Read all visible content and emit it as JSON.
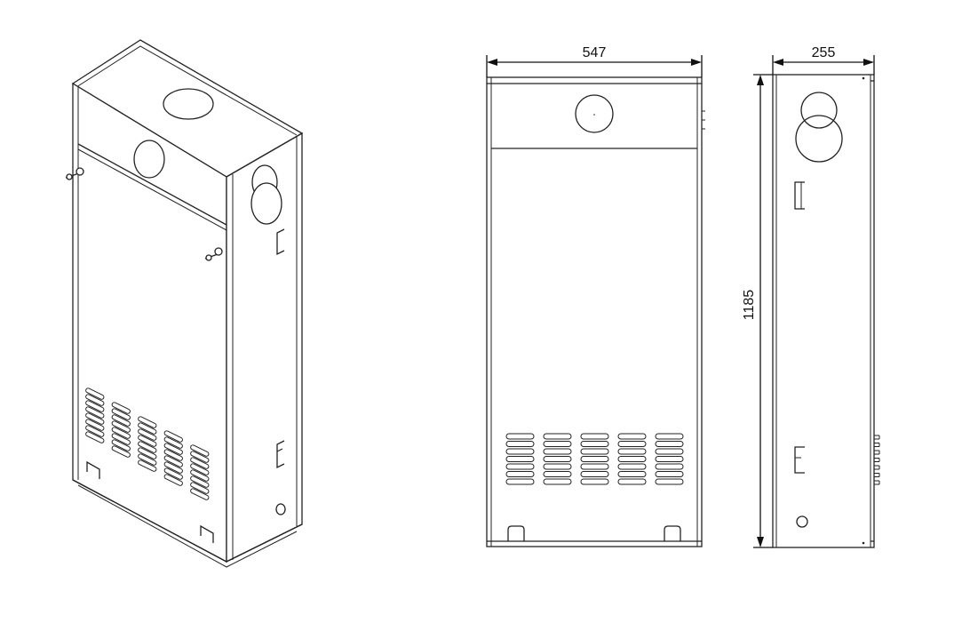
{
  "dimensions": {
    "width_label": "547",
    "depth_label": "255",
    "height_label": "1185"
  }
}
